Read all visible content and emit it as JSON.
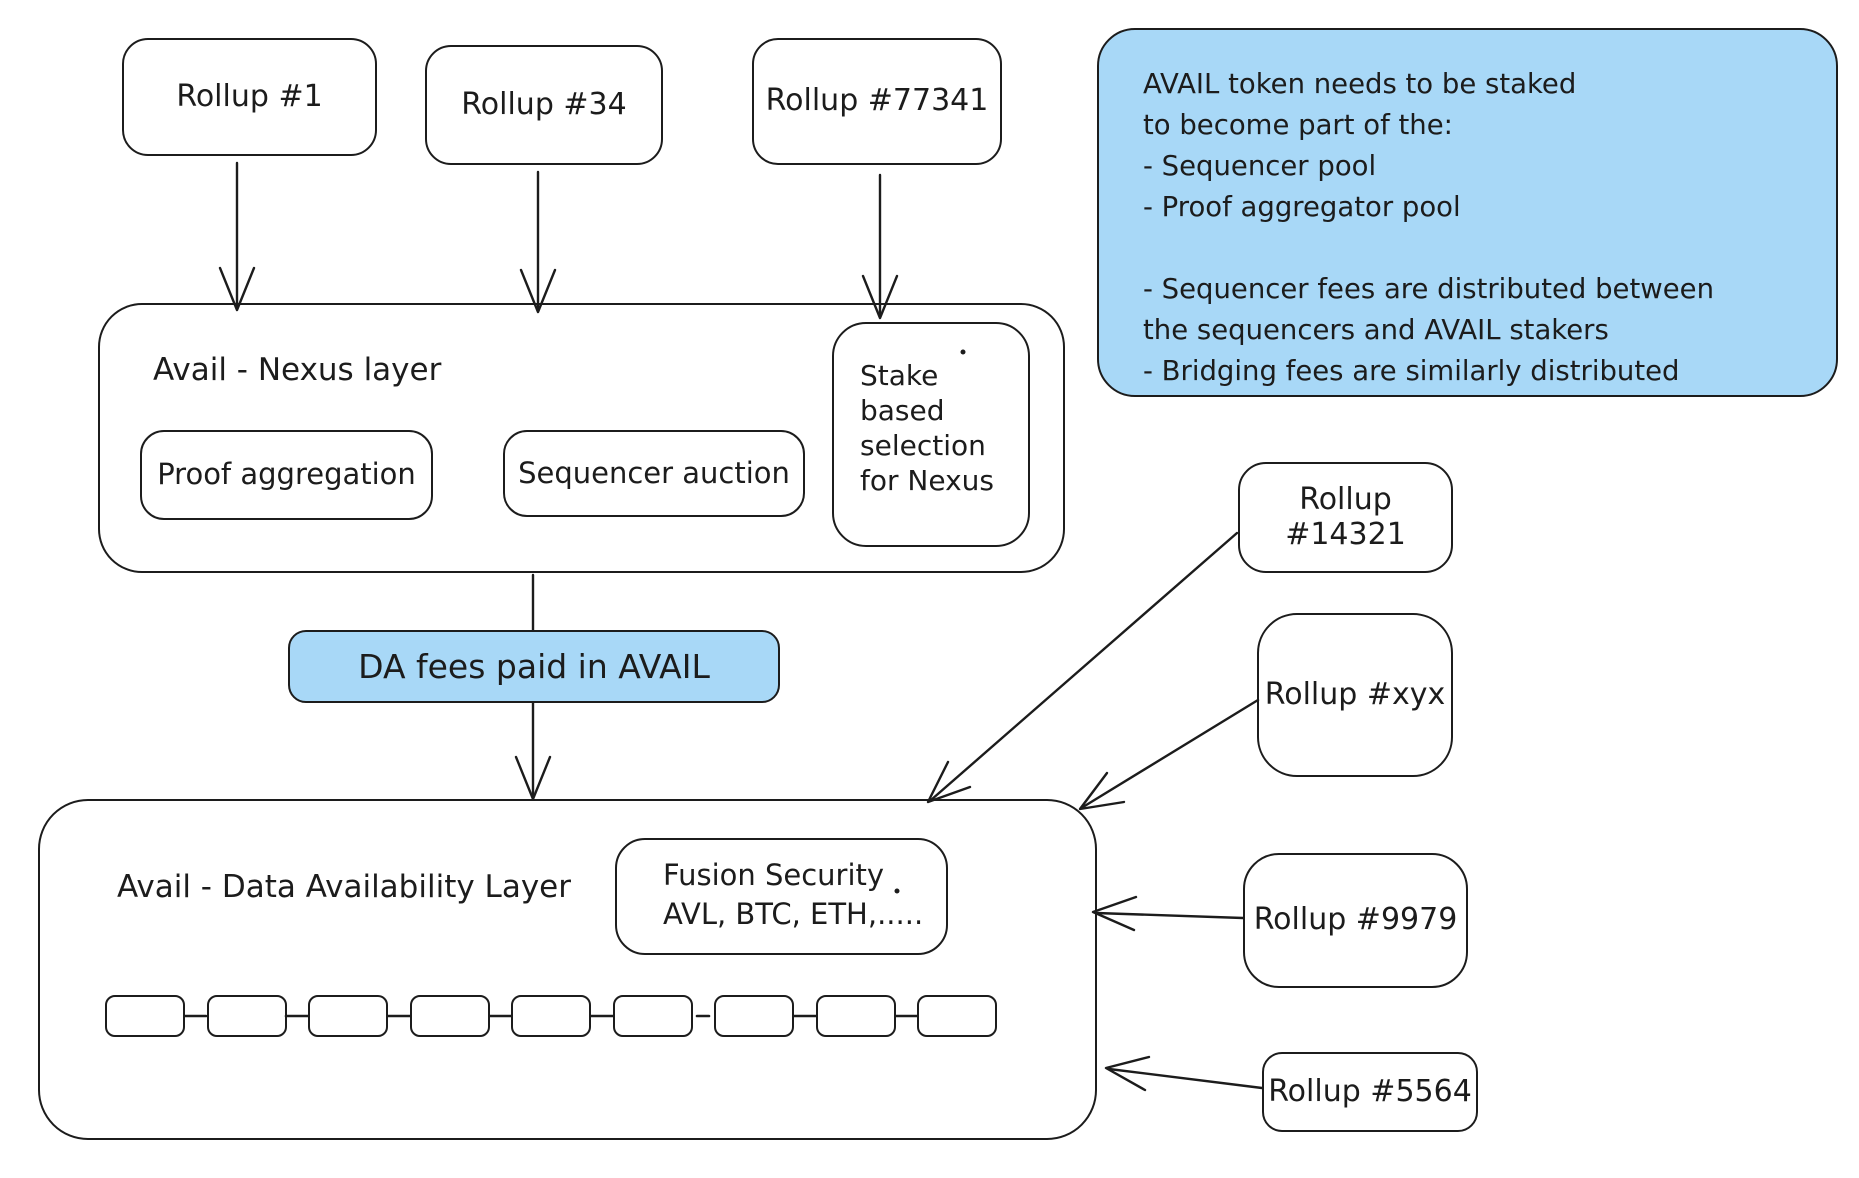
{
  "colors": {
    "highlight": "#a8d8f7",
    "ink": "#1c1c1c"
  },
  "top_rollups": [
    {
      "label": "Rollup #1"
    },
    {
      "label": "Rollup #34"
    },
    {
      "label": "Rollup #77341"
    }
  ],
  "nexus": {
    "title": "Avail - Nexus layer",
    "proof_aggregation": "Proof aggregation",
    "sequencer_auction": "Sequencer auction",
    "stake_selection": "Stake based selection for Nexus"
  },
  "da_fees_label": "DA fees paid in AVAIL",
  "da_layer": {
    "title": "Avail - Data Availability Layer",
    "fusion_line1": "Fusion Security",
    "fusion_line2": "AVL, BTC, ETH,.....",
    "chain_block_count": 9
  },
  "note": {
    "lines": [
      "AVAIL token needs to be staked",
      "to become part of the:",
      "- Sequencer pool",
      "- Proof aggregator pool",
      "",
      "- Sequencer fees are distributed between",
      "the sequencers and AVAIL stakers",
      "- Bridging fees are similarly distributed"
    ]
  },
  "right_rollups": [
    {
      "label": "Rollup #14321"
    },
    {
      "label": "Rollup #xyx"
    },
    {
      "label": "Rollup #9979"
    },
    {
      "label": "Rollup #5564"
    }
  ]
}
